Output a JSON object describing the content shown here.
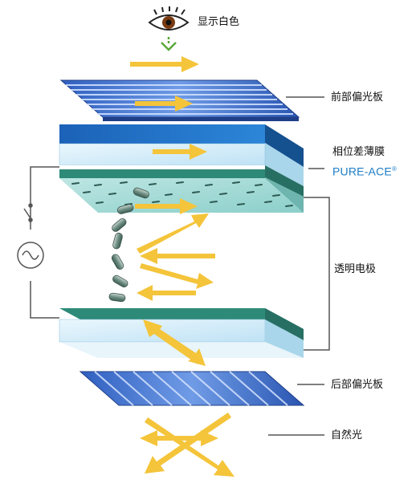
{
  "labels": {
    "eye_caption": "显示白色",
    "front_polarizer": "前部偏光板",
    "retarder_film": "相位差薄膜",
    "brand": "PURE-ACE",
    "brand_mark": "®",
    "transparent_electrode": "透明电极",
    "rear_polarizer": "后部偏光板",
    "natural_light": "自然光"
  },
  "icons": [
    "eye-icon",
    "ac-source-icon",
    "switch-icon",
    "liquid-crystal-molecule-icon",
    "light-arrow-icon"
  ],
  "colors": {
    "arrow": "#f4c43a",
    "polarizer_blue": "#3c6fd0",
    "retarder_blue": "#1f73c8",
    "lc_teal": "#9fd6d2",
    "electrode_green": "#2e8a78",
    "glass": "#cfeaf8",
    "wire": "#555555",
    "eye_arrow": "#5aa83a"
  }
}
